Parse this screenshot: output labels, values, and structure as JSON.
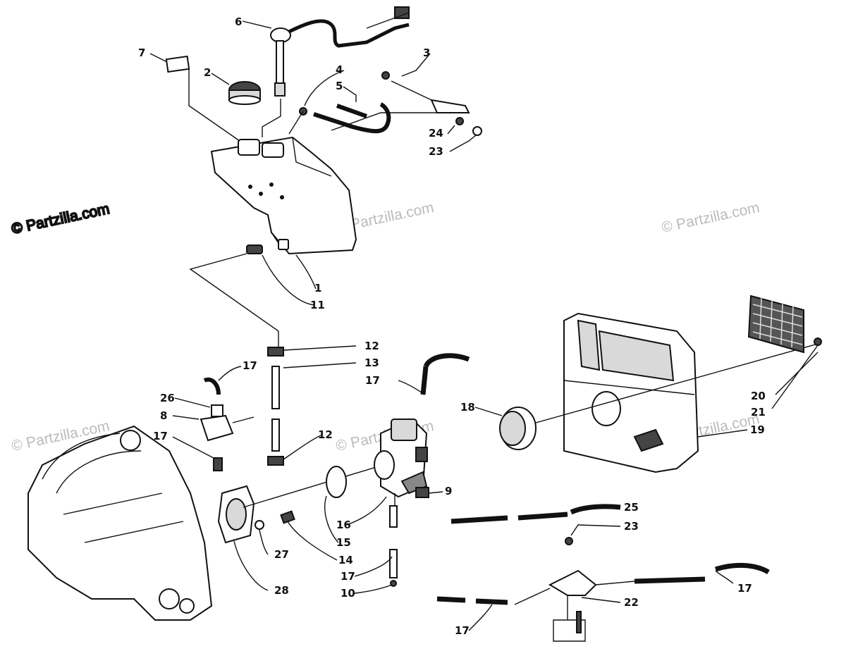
{
  "watermarks": [
    {
      "id": "wm-left",
      "text": "© Partzilla.com",
      "dark": true
    },
    {
      "id": "wm-center",
      "text": "© Partzilla.com",
      "dark": false
    },
    {
      "id": "wm-right",
      "text": "© Partzilla.com",
      "dark": false
    },
    {
      "id": "wm-mid-left",
      "text": "© Partzilla.com",
      "dark": false
    },
    {
      "id": "wm-mid-center",
      "text": "© Partzilla.com",
      "dark": false
    },
    {
      "id": "wm-mid-right",
      "text": "© Partzilla.com",
      "dark": false
    }
  ],
  "callouts": {
    "c1": "1",
    "c2": "2",
    "c3": "3",
    "c4": "4",
    "c5": "5",
    "c6": "6",
    "c7": "7",
    "c8": "8",
    "c9": "9",
    "c10": "10",
    "c11": "11",
    "c12a": "12",
    "c12b": "12",
    "c13": "13",
    "c14": "14",
    "c15": "15",
    "c16": "16",
    "c17a": "17",
    "c17b": "17",
    "c17c": "17",
    "c17d": "17",
    "c17e": "17",
    "c17f": "17",
    "c18": "18",
    "c19": "19",
    "c20": "20",
    "c21": "21",
    "c22": "22",
    "c23a": "23",
    "c23b": "23",
    "c24": "24",
    "c25": "25",
    "c26": "26",
    "c27": "27",
    "c28": "28"
  }
}
